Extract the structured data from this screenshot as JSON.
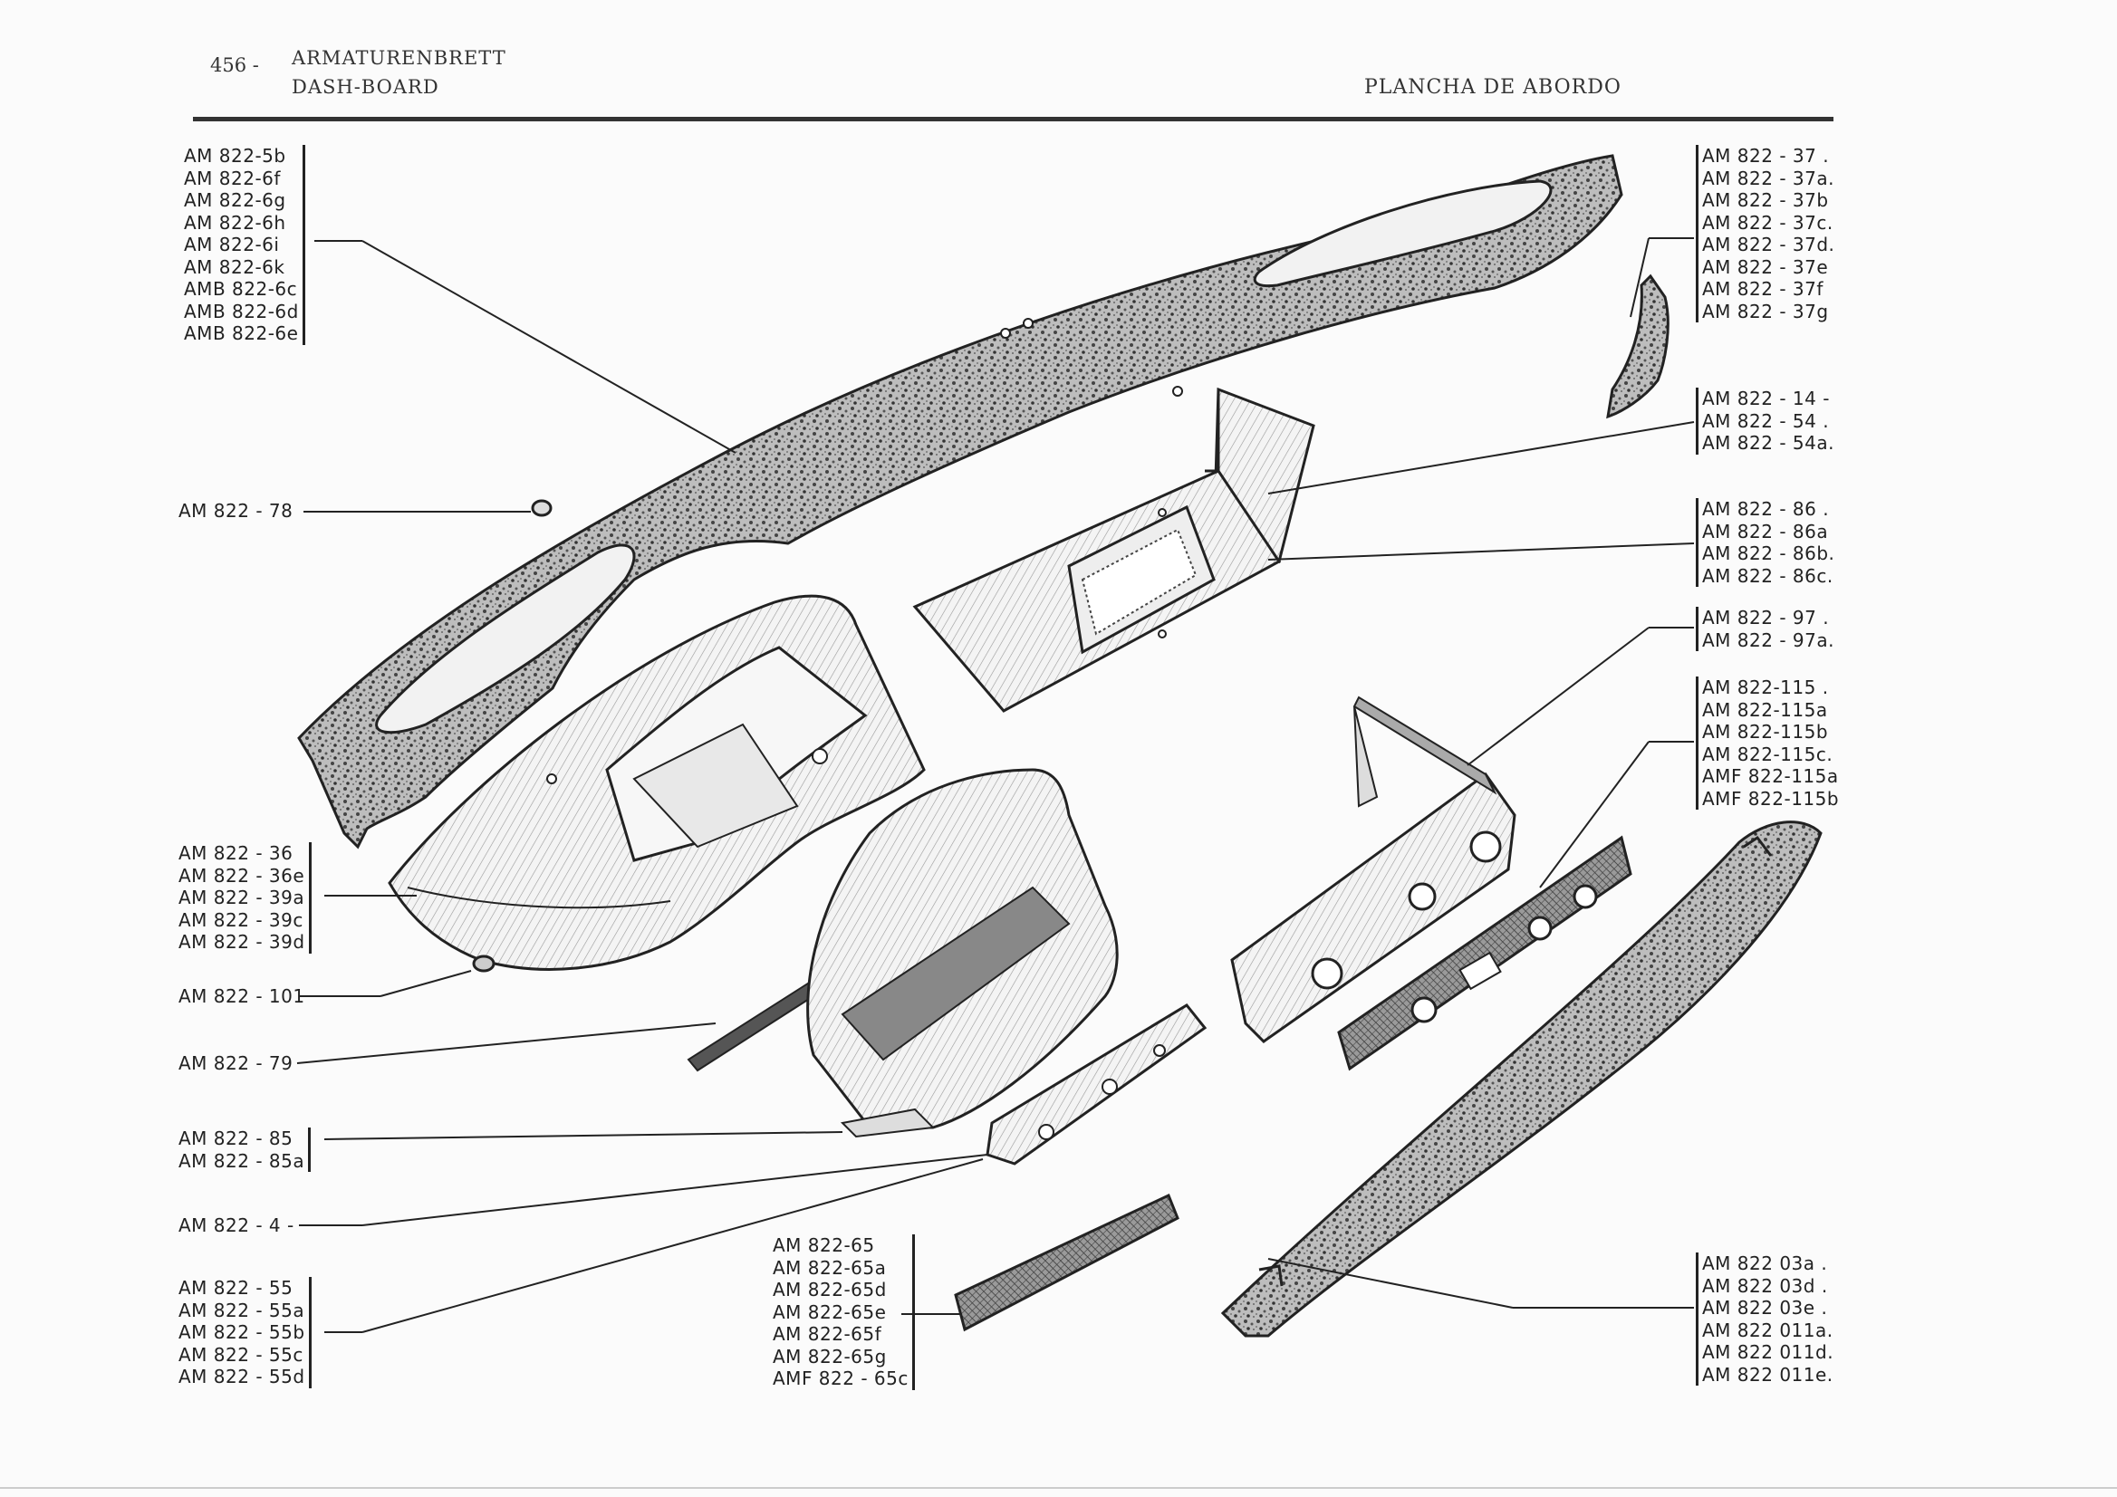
{
  "header": {
    "page_number": "456 -",
    "title_de": "ARMATURENBRETT",
    "title_en": "DASH-BOARD",
    "title_es": "PLANCHA DE ABORDO"
  },
  "part_labels": {
    "dash_top": [
      "AM  822-5b",
      "AM  822-6f",
      "AM  822-6g",
      "AM  822-6h",
      "AM  822-6i",
      "AM  822-6k",
      "AMB 822-6c",
      "AMB 822-6d",
      "AMB 822-6e"
    ],
    "grommet": "AM 822 - 78",
    "instrument_housing": [
      "AM 822 - 36",
      "AM 822 - 36e",
      "AM 822 - 39a",
      "AM 822 - 39c",
      "AM 822 - 39d"
    ],
    "washer": "AM 822 - 101",
    "rod": "AM 822 - 79",
    "cluster": [
      "AM 822 - 85",
      "AM 822 - 85a"
    ],
    "bracket_small": "AM 822 - 4 -",
    "plate_small": [
      "AM 822 - 55",
      "AM 822 - 55a",
      "AM 822 - 55b",
      "AM 822 - 55c",
      "AM 822 - 55d"
    ],
    "trim_small": [
      "AM  822-65",
      "AM  822-65a",
      "AM  822-65d",
      "AM  822-65e",
      "AM  822-65f",
      "AM  822-65g",
      "AMF 822 - 65c"
    ],
    "end_cap": [
      "AM 822 - 37 .",
      "AM 822 - 37a.",
      "AM 822 - 37b",
      "AM 822 - 37c.",
      "AM 822 - 37d.",
      "AM 822 - 37e",
      "AM 822 - 37f",
      "AM 822 - 37g"
    ],
    "glovebox": [
      "AM 822 - 14 -",
      "AM 822 - 54 .",
      "AM 822 - 54a."
    ],
    "glovebox_panel": [
      "AM 822 - 86 .",
      "AM 822 - 86a",
      "AM 822 - 86b.",
      "AM 822 - 86c."
    ],
    "switch_bracket": [
      "AM 822 - 97 .",
      "AM 822 - 97a."
    ],
    "switch_panel": [
      "AM  822-115 .",
      "AM  822-115a",
      "AM  822-115b",
      "AM  822-115c.",
      "AMF 822-115a",
      "AMF 822-115b"
    ],
    "lower_rail": [
      "AM 822  03a .",
      "AM 822  03d .",
      "AM 822  03e .",
      "AM 822  011a.",
      "AM 822  011d.",
      "AM 822  011e."
    ]
  },
  "colors": {
    "ink": "#222222",
    "paper": "#fbfbfb",
    "texture": "#555555"
  }
}
